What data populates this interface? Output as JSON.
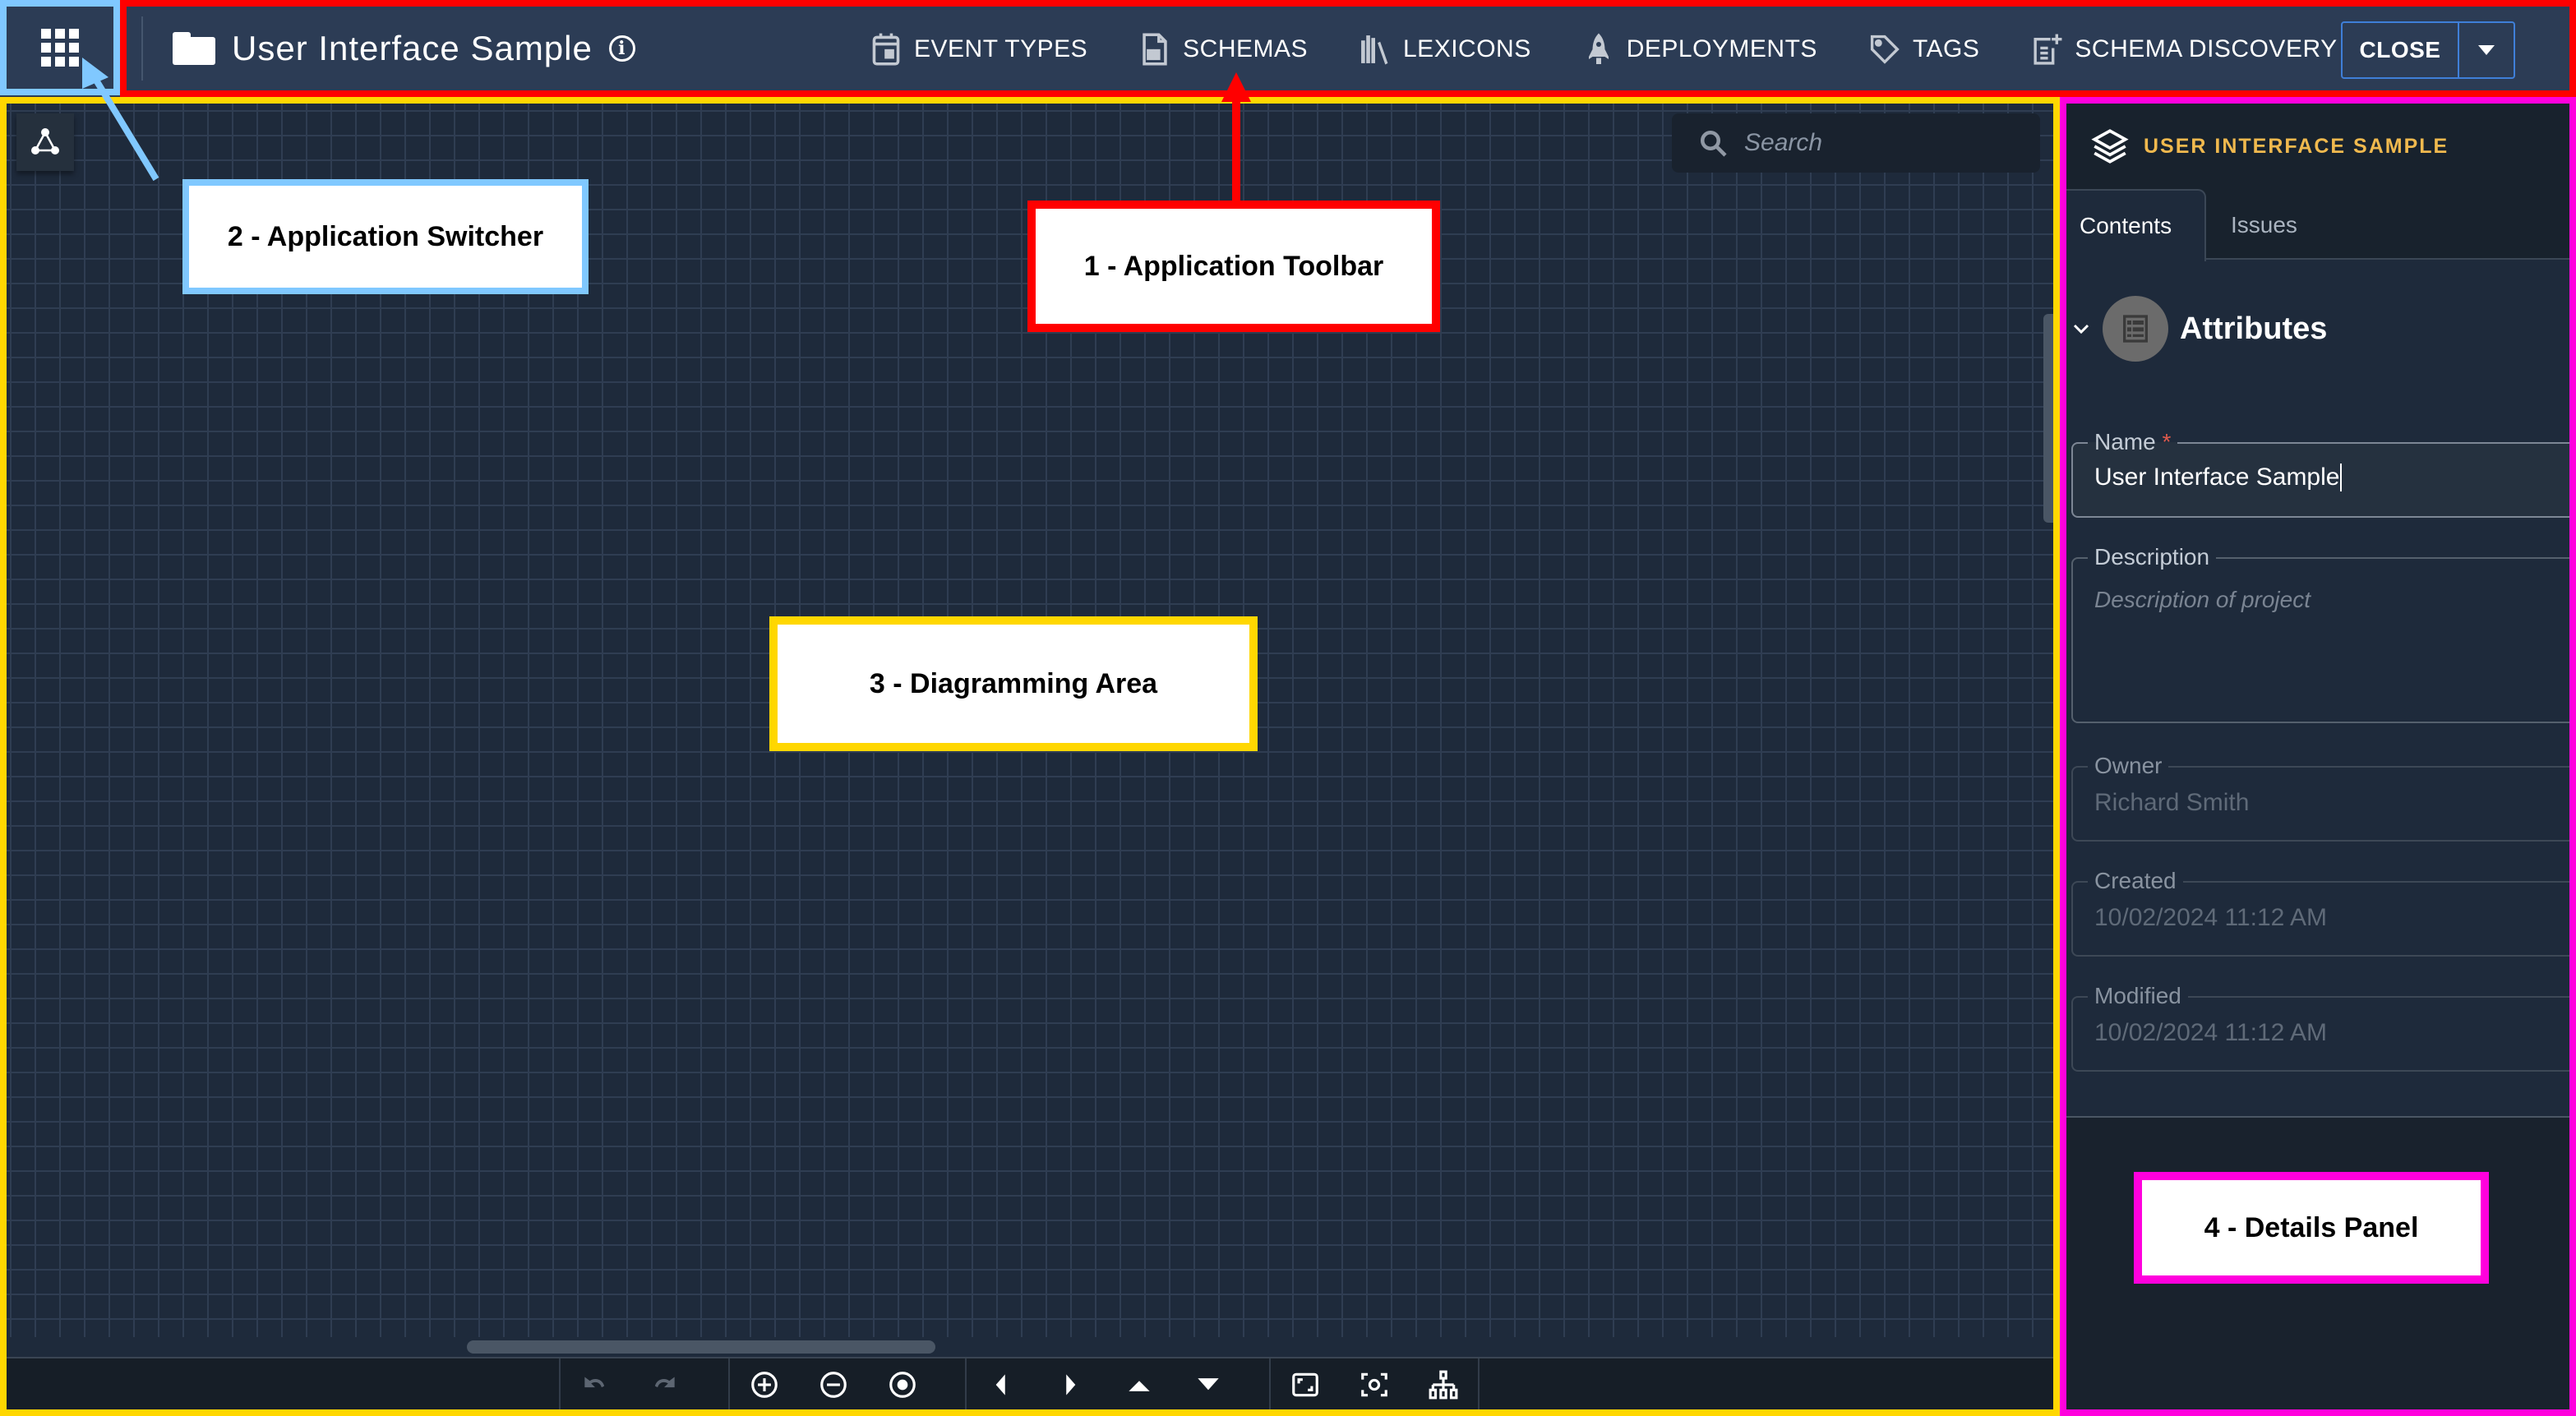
{
  "app_switcher": {
    "icon": "grid-icon"
  },
  "toolbar": {
    "project_title": "User Interface Sample",
    "project_icon": "folder-icon",
    "info_icon": "info-icon",
    "nav": [
      {
        "label": "EVENT TYPES",
        "icon": "calendar-icon"
      },
      {
        "label": "SCHEMAS",
        "icon": "document-icon"
      },
      {
        "label": "LEXICONS",
        "icon": "books-icon"
      },
      {
        "label": "DEPLOYMENTS",
        "icon": "rocket-icon"
      },
      {
        "label": "TAGS",
        "icon": "tag-icon"
      },
      {
        "label": "SCHEMA DISCOVERY",
        "icon": "document-add-icon"
      }
    ],
    "close_label": "CLOSE",
    "close_dropdown_icon": "caret-down-icon"
  },
  "diagram": {
    "layout_icon": "graph-triangle-icon",
    "search_placeholder": "Search",
    "bottom_toolbar": {
      "history": [
        "undo-icon",
        "redo-icon"
      ],
      "zoom": [
        "zoom-in-icon",
        "zoom-out-icon",
        "zoom-reset-icon"
      ],
      "pan": [
        "pan-left-icon",
        "pan-right-icon",
        "pan-up-icon",
        "pan-down-icon"
      ],
      "view": [
        "fit-screen-icon",
        "focus-icon",
        "hierarchy-layout-icon"
      ]
    }
  },
  "panel": {
    "title": "USER INTERFACE SAMPLE",
    "title_icon": "layers-icon",
    "tabs": [
      {
        "label": "Contents",
        "active": true
      },
      {
        "label": "Issues",
        "active": false
      }
    ],
    "section_title": "Attributes",
    "fields": {
      "name": {
        "label": "Name",
        "required_mark": "*",
        "value": "User Interface Sample"
      },
      "description": {
        "label": "Description",
        "placeholder": "Description of project"
      },
      "owner": {
        "label": "Owner",
        "value": "Richard Smith"
      },
      "created": {
        "label": "Created",
        "value": "10/02/2024 11:12 AM"
      },
      "modified": {
        "label": "Modified",
        "value": "10/02/2024 11:12 AM"
      }
    }
  },
  "annotations": [
    {
      "label": "1 - Application Toolbar",
      "color": "#ff0000"
    },
    {
      "label": "2 - Application Switcher",
      "color": "#80c8ff"
    },
    {
      "label": "3 - Diagramming Area",
      "color": "#ffd700"
    },
    {
      "label": "4 - Details Panel",
      "color": "#ff00dd"
    }
  ],
  "colors": {
    "toolbar_bg": "#2c3c55",
    "canvas_bg": "#1e2a3b",
    "panel_title": "#f0b94e",
    "close_border": "#3f7fd8",
    "required": "#e05a4c"
  }
}
